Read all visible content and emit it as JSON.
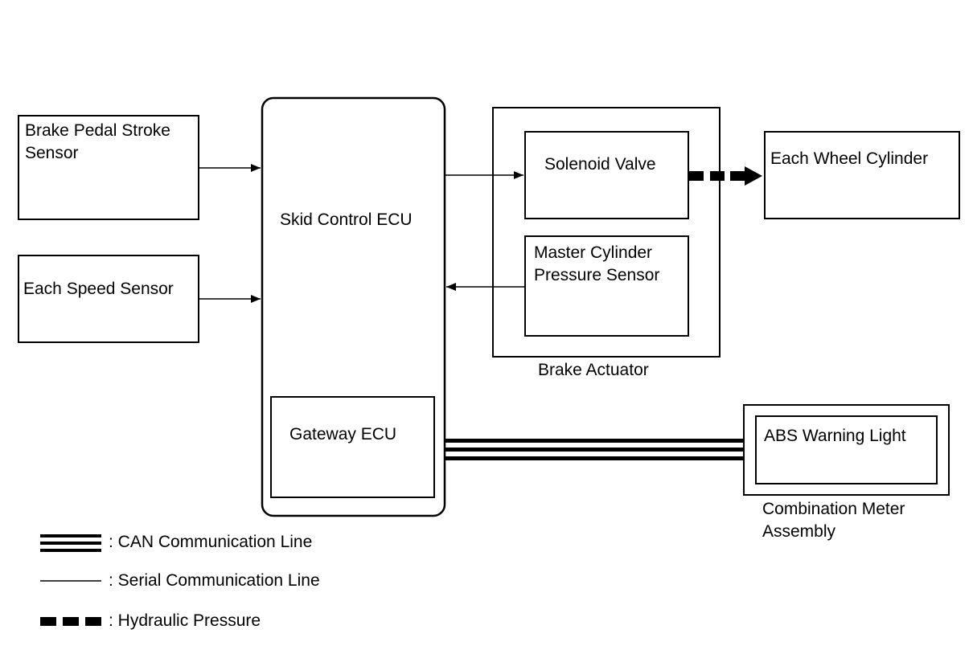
{
  "blocks": {
    "brake_pedal_stroke_sensor": {
      "line1": "Brake Pedal Stroke",
      "line2": "Sensor"
    },
    "each_speed_sensor": "Each Speed Sensor",
    "skid_control_ecu": "Skid Control ECU",
    "gateway_ecu": "Gateway ECU",
    "solenoid_valve": "Solenoid Valve",
    "master_cylinder_pressure_sensor": {
      "line1": "Master Cylinder",
      "line2": "Pressure Sensor"
    },
    "brake_actuator": "Brake Actuator",
    "each_wheel_cylinder": "Each Wheel Cylinder",
    "abs_warning_light": "ABS Warning Light",
    "combination_meter_assembly": {
      "line1": "Combination Meter",
      "line2": "Assembly"
    }
  },
  "legend": {
    "can_line": ": CAN Communication Line",
    "serial_line": ": Serial Communication Line",
    "hydraulic": ": Hydraulic Pressure"
  },
  "colors": {
    "line": "#000000",
    "background": "#ffffff"
  }
}
